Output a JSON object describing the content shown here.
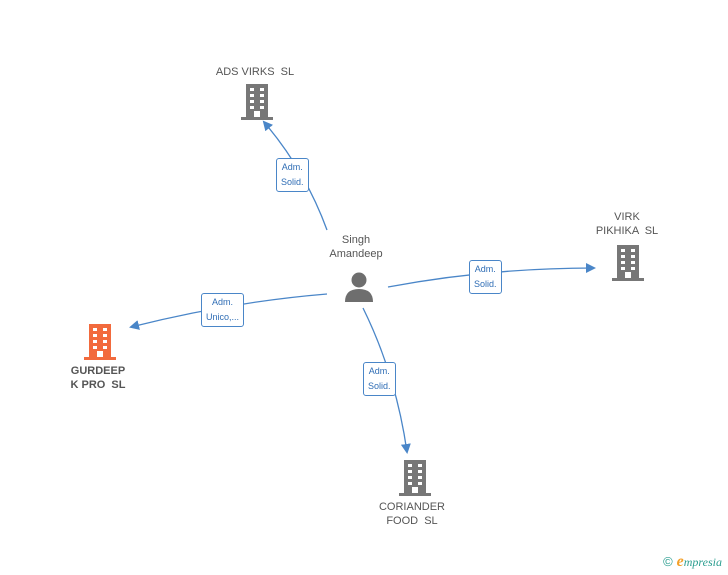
{
  "diagram": {
    "center": {
      "label": "Singh\nAmandeep",
      "icon": "person-icon"
    },
    "companies": [
      {
        "id": "ads",
        "label": "ADS VIRKS  SL",
        "icon": "building-icon",
        "color": "#777777"
      },
      {
        "id": "virk",
        "label": "VIRK\nPIKHIKA  SL",
        "icon": "building-icon",
        "color": "#777777"
      },
      {
        "id": "gurdeep",
        "label": "GURDEEP\nK PRO  SL",
        "icon": "building-icon",
        "color": "#f26a3d"
      },
      {
        "id": "coriander",
        "label": "CORIANDER\nFOOD  SL",
        "icon": "building-icon",
        "color": "#777777"
      }
    ],
    "relations": [
      {
        "to": "ads",
        "label": "Adm.\nSolid."
      },
      {
        "to": "virk",
        "label": "Adm.\nSolid."
      },
      {
        "to": "gurdeep",
        "label": "Adm.\nUnico,..."
      },
      {
        "to": "coriander",
        "label": "Adm.\nSolid."
      }
    ],
    "edge_color": "#4a86c8"
  },
  "footer": {
    "copyright": "©",
    "brand_first": "e",
    "brand_rest": "mpresia"
  }
}
